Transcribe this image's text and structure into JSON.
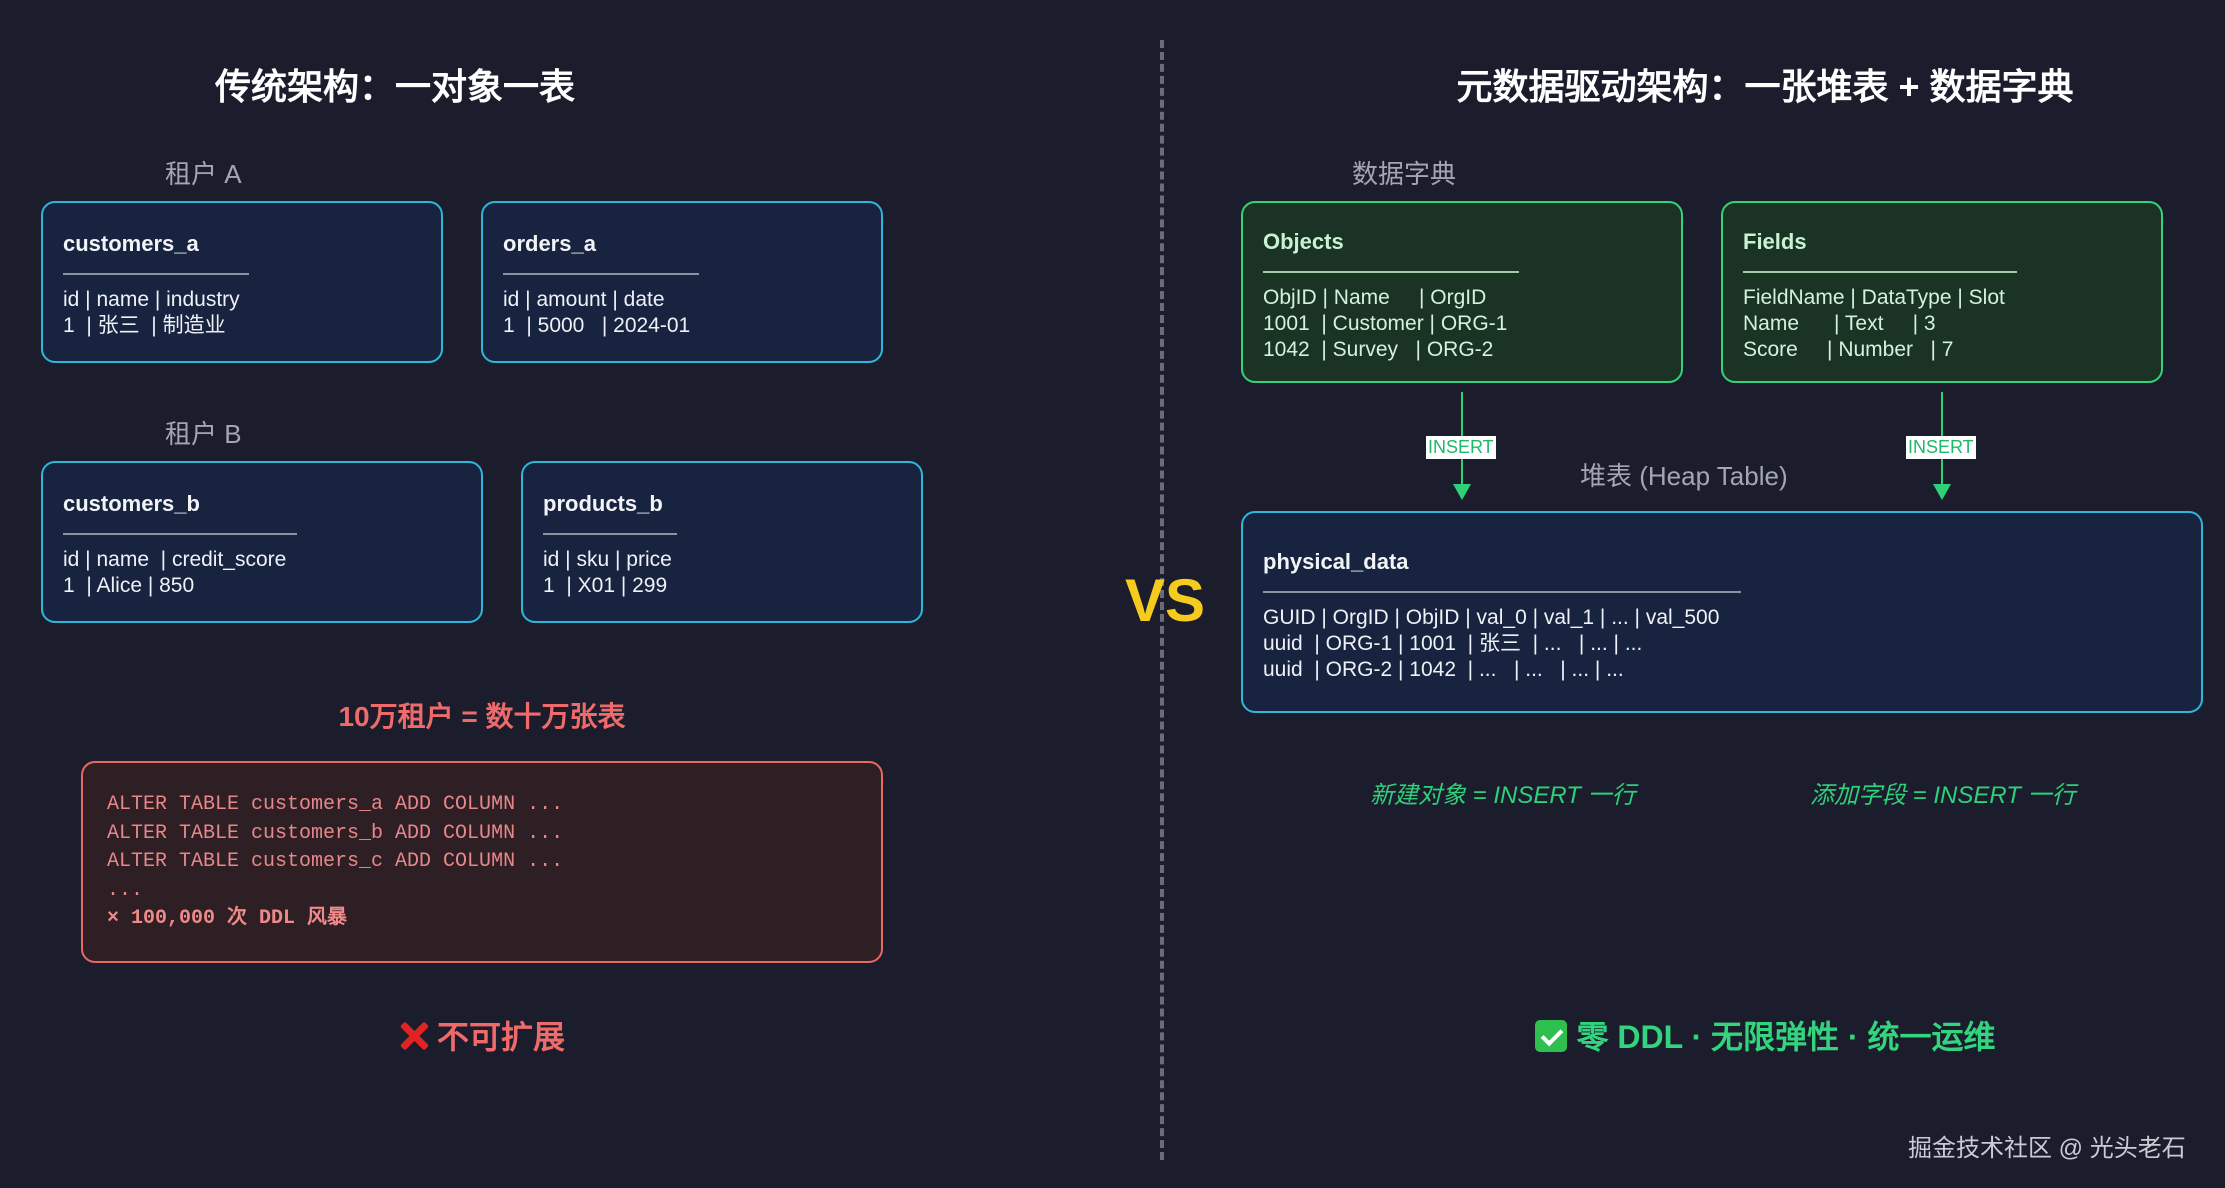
{
  "left": {
    "title": "传统架构：一对象一表",
    "tenant_a": {
      "label": "租户 A",
      "customers": {
        "name": "customers_a",
        "rows": [
          "id | name | industry",
          "1  | 张三  | 制造业"
        ]
      },
      "orders": {
        "name": "orders_a",
        "rows": [
          "id | amount | date",
          "1  | 5000   | 2024-01"
        ]
      }
    },
    "tenant_b": {
      "label": "租户 B",
      "customers": {
        "name": "customers_b",
        "rows": [
          "id | name  | credit_score",
          "1  | Alice | 850"
        ]
      },
      "products": {
        "name": "products_b",
        "rows": [
          "id | sku | price",
          "1  | X01 | 299"
        ]
      }
    },
    "warning": "10万租户 = 数十万张表",
    "ddl_lines": [
      "ALTER TABLE customers_a ADD COLUMN ...",
      "ALTER TABLE customers_b ADD COLUMN ...",
      "ALTER TABLE customers_c ADD COLUMN ...",
      "..."
    ],
    "ddl_summary": "× 100,000 次 DDL 风暴",
    "conclusion": "不可扩展"
  },
  "vs": "VS",
  "right": {
    "title": "元数据驱动架构：一张堆表 + 数据字典",
    "dict_label": "数据字典",
    "objects": {
      "name": "Objects",
      "rows": [
        "ObjID | Name     | OrgID",
        "1001  | Customer | ORG-1",
        "1042  | Survey   | ORG-2"
      ]
    },
    "fields": {
      "name": "Fields",
      "rows": [
        "FieldName | DataType | Slot",
        "Name      | Text     | 3",
        "Score     | Number   | 7"
      ]
    },
    "insert_label": "INSERT",
    "heap_label": "堆表 (Heap Table)",
    "physical": {
      "name": "physical_data",
      "rows": [
        "GUID | OrgID | ObjID | val_0 | val_1 | ... | val_500",
        "uuid  | ORG-1 | 1001  | 张三  | ...   | ... | ...",
        "uuid  | ORG-2 | 1042  | ...   | ...   | ... | ..."
      ]
    },
    "note_objects": "新建对象 = INSERT 一行",
    "note_fields": "添加字段 = INSERT 一行",
    "conclusion": "零 DDL · 无限弹性 · 统一运维"
  },
  "icons": {
    "bad": "cross-mark-icon",
    "good": "check-mark-icon"
  },
  "colors": {
    "background": "#1b1d2c",
    "accent_blue": "#2fb7da",
    "accent_green": "#34d27a",
    "danger": "#ef6a6a",
    "vs": "#f5cc1d"
  },
  "watermark": "掘金技术社区 @ 光头老石"
}
